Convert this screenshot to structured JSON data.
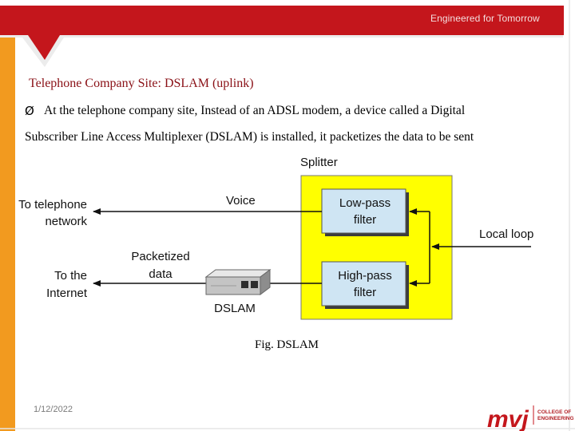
{
  "header": {
    "tagline": "Engineered for Tomorrow"
  },
  "slide": {
    "title": "Telephone Company Site: DSLAM (uplink)",
    "bullet_symbol": "Ø",
    "body_line1": "At the telephone company site, Instead of an ADSL modem, a device called a Digital",
    "body_line2": "Subscriber Line Access Multiplexer (DSLAM) is installed, it packetizes the data to be sent"
  },
  "diagram": {
    "splitter": "Splitter",
    "low_pass_line1": "Low-pass",
    "low_pass_line2": "filter",
    "high_pass_line1": "High-pass",
    "high_pass_line2": "filter",
    "local_loop": "Local loop",
    "voice": "Voice",
    "to_telephone_line1": "To telephone",
    "to_telephone_line2": "network",
    "packetized_line1": "Packetized",
    "packetized_line2": "data",
    "to_internet_line1": "To the",
    "to_internet_line2": "Internet",
    "dslam": "DSLAM",
    "caption": "Fig. DSLAM"
  },
  "footer": {
    "date": "1/12/2022",
    "logo_mark": "mvj",
    "logo_line1": "COLLEGE OF",
    "logo_line2": "ENGINEERING"
  },
  "colors": {
    "brand_red": "#c4161c",
    "accent_orange": "#f29a1f",
    "splitter_yellow": "#ffff00",
    "filter_blue": "#cfe5f3"
  }
}
